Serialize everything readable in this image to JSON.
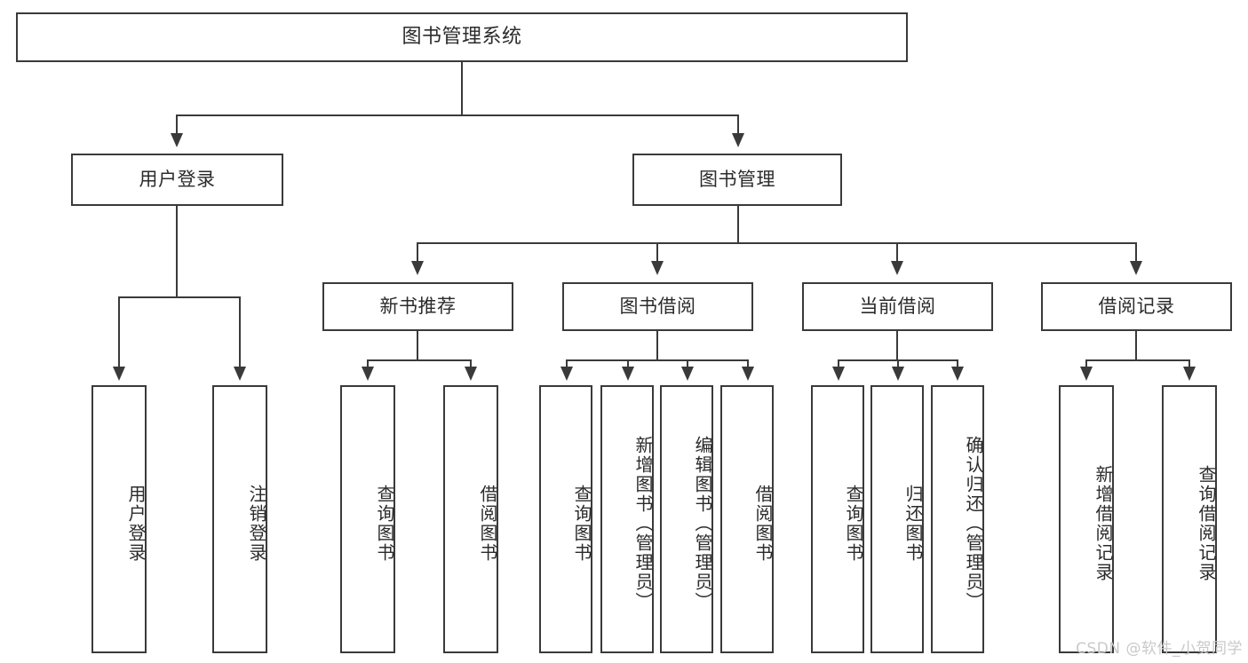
{
  "diagram": {
    "type": "tree",
    "title": "图书管理系统",
    "colors": {
      "border": "#3a3a3a",
      "text": "#2b2b2b",
      "background": "#ffffff",
      "watermark": "#c9c9c9"
    },
    "root": {
      "label": "图书管理系统"
    },
    "level2": [
      {
        "label": "用户登录"
      },
      {
        "label": "图书管理"
      }
    ],
    "level3": [
      {
        "label": "新书推荐"
      },
      {
        "label": "图书借阅"
      },
      {
        "label": "当前借阅"
      },
      {
        "label": "借阅记录"
      }
    ],
    "leaves": {
      "user_login": [
        {
          "label": "用户登录"
        },
        {
          "label": "注销登录"
        }
      ],
      "new_book_recommend": [
        {
          "label": "查询图书"
        },
        {
          "label": "借阅图书"
        }
      ],
      "book_borrow": [
        {
          "label": "查询图书"
        },
        {
          "label": "新增图书（管理员）"
        },
        {
          "label": "编辑图书（管理员）"
        },
        {
          "label": "借阅图书"
        }
      ],
      "current_borrow": [
        {
          "label": "查询图书"
        },
        {
          "label": "归还图书"
        },
        {
          "label": "确认归还（管理员）"
        }
      ],
      "borrow_record": [
        {
          "label": "新增借阅记录"
        },
        {
          "label": "查询借阅记录"
        }
      ]
    }
  },
  "watermark": {
    "text": "CSDN @软件_小贺同学"
  }
}
